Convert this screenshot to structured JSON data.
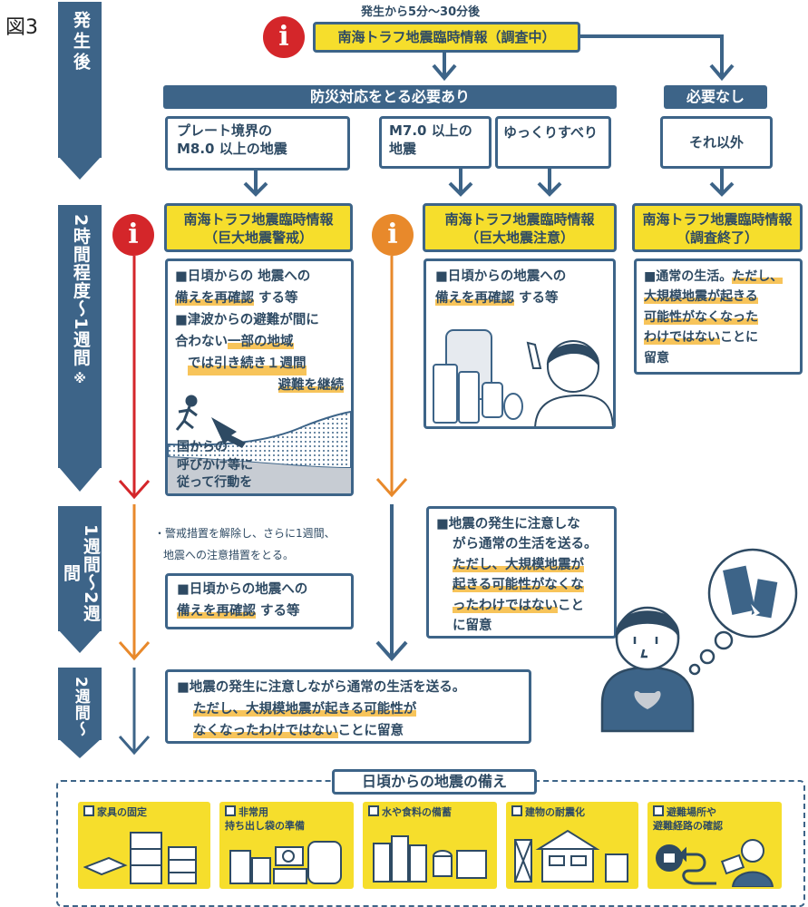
{
  "figure_label": "図3",
  "phases": {
    "after_occurrence": "発生後",
    "two_hours_one_week": "2時間程度〜1週間",
    "note_mark": "※",
    "one_two_weeks": "1週間〜2週間",
    "two_weeks_plus": "2週間〜"
  },
  "timing": "発生から5分〜30分後",
  "info_mark": "i",
  "top_info": "南海トラフ地震臨時情報（調査中）",
  "need_action": "防災対応をとる必要あり",
  "no_need": "必要なし",
  "cases": {
    "plate": "プレート境界の\nM8.0 以上の地震",
    "m7": "M7.0 以上の\n地震",
    "slow": "ゆっくりすべり",
    "other": "それ以外"
  },
  "warnings": {
    "megaquake_warning": "南海トラフ地震臨時情報\n（巨大地震警戒）",
    "megaquake_advisory": "南海トラフ地震臨時情報\n（巨大地震注意）",
    "investigation_end": "南海トラフ地震臨時情報\n（調査終了）"
  },
  "warning_box": {
    "line1": "■日頃からの 地震への",
    "line2": "備えを再確認",
    "line2b": " する等",
    "line3": "■津波からの避難が間に",
    "line4a": "合わない",
    "line4b": "一部の地域",
    "line5": "では引き続き１週間",
    "line6": "避難を継続",
    "gov_line1": "国からの",
    "gov_line2": "呼びかけ等に",
    "gov_line3": "従って行動を"
  },
  "advisory_box": {
    "line1": "■日頃からの地震への",
    "line2": "備えを再確認",
    "line2b": " する等"
  },
  "end_box": {
    "line1a": "■通常の生活。",
    "line1b": "ただし、",
    "line2": "大規模地震が起きる",
    "line3": "可能性がなくなった",
    "line4a": "わけではない",
    "line4b": "ことに",
    "line5": "留意"
  },
  "week2_notes": {
    "line1": "・警戒措置を解除し、さらに1週間、",
    "line2": "地震への注意措置をとる。"
  },
  "week2_box": {
    "line1": "■日頃からの地震への",
    "line2": "備えを再確認",
    "line2b": " する等"
  },
  "week2_right": {
    "line1": "■地震の発生に注意しな",
    "line2": "がら通常の生活を送る。",
    "line3": "ただし、大規模地震が",
    "line4": "起きる可能性がなくな",
    "line5a": "ったわけではない",
    "line5b": "こと",
    "line6": "に留意"
  },
  "final_box": {
    "line1": "■地震の発生に注意しながら通常の生活を送る。",
    "line2": "ただし、大規模地震が起きる可能性が",
    "line3a": "なくなったわけではない",
    "line3b": "ことに留意"
  },
  "preparedness": {
    "title": "日頃からの地震の備え",
    "items": [
      "家具の固定",
      "非常用\n持ち出し袋の準備",
      "水や食料の備蓄",
      "建物の耐震化",
      "避難場所や\n避難経路の確認"
    ]
  },
  "colors": {
    "navy": "#3d6488",
    "yellow": "#f6de2c",
    "red": "#d4262a",
    "orange": "#e8892b",
    "highlight": "#f7c45a"
  }
}
